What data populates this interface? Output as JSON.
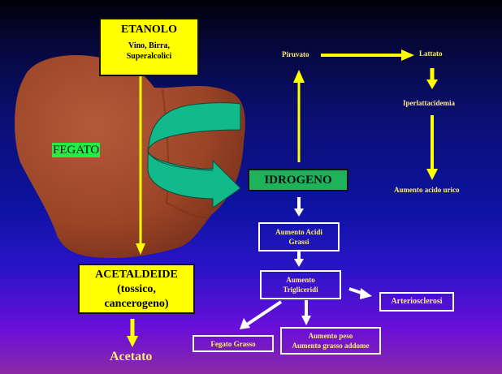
{
  "diagram": {
    "liver_label": "FEGATO",
    "ethanol": {
      "title": "ETANOLO",
      "subtitle_line1": "Vino, Birra,",
      "subtitle_line2": "Superalcolici"
    },
    "acetaldehyde": {
      "title": "ACETALDEIDE",
      "line2": "(tossico,",
      "line3": "cancerogeno)"
    },
    "acetate": "Acetato",
    "hydrogen": "IDROGENO",
    "pyruvate": "Piruvato",
    "lactate": "Lattato",
    "hyperlactacidemia": "Iperlattacidemia",
    "uric_acid": "Aumento acido urico",
    "fatty_acids": {
      "line1": "Aumento Acidi",
      "line2": "Grassi"
    },
    "triglycerides": {
      "line1": "Aumento",
      "line2": "Trigliceridi"
    },
    "arteriosclerosis": "Arteriosclerosi",
    "fatty_liver": "Fegato Grasso",
    "weight_gain": {
      "line1": "Aumento peso",
      "line2": "Aumento grasso addome"
    }
  },
  "colors": {
    "yellow_box": "#ffff00",
    "label_text": "#ffe97a",
    "hydrogen_box": "#1db35a",
    "liver_label_bg": "#22ee44",
    "teal_arrow": "#00c896",
    "liver": "#a14b2e"
  }
}
